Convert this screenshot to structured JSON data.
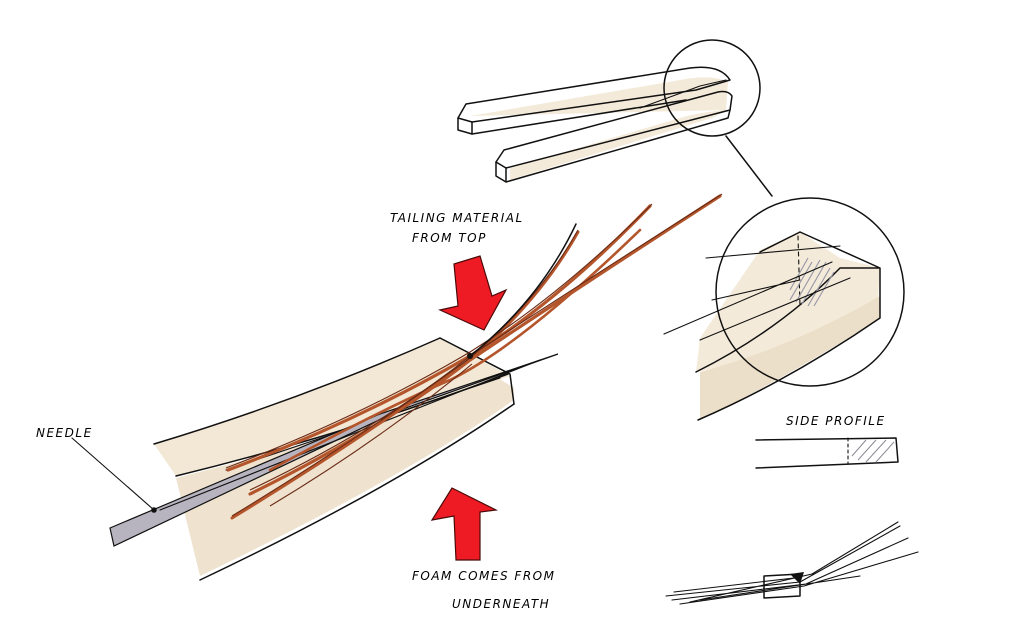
{
  "labels": {
    "tailing_line1": "Tailing material",
    "tailing_line2": "from top",
    "needle": "Needle",
    "side_profile": "Side profile",
    "foam_line1": "Foam comes from",
    "foam_line2": "underneath"
  },
  "colors": {
    "arrow": "#ee1b24",
    "foam": "#f4ead9",
    "foam_shadow": "#e8dcc6",
    "thread": "#b4552b",
    "thread_dark": "#6a2a14",
    "needle": "#b8b4bf",
    "hatch": "#9a9aa8"
  },
  "icons": {
    "top_arrow": "down-arrow-icon",
    "bottom_arrow": "up-arrow-icon"
  }
}
